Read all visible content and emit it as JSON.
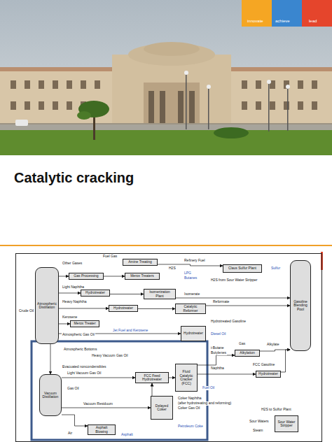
{
  "diagram": {
    "title": "Catalytic cracking",
    "nodes": [
      {
        "text": [
          "Amine Treating"
        ]
      },
      {
        "text": [
          "Gas Processing"
        ]
      },
      {
        "text": [
          "Merox Treaters"
        ]
      },
      {
        "text": [
          "Claus Sulfur Plant"
        ]
      },
      {
        "text": [
          "Hydrotreater"
        ]
      },
      {
        "text": [
          "Isomerization Plant"
        ]
      },
      {
        "text": [
          "Hydrotreater"
        ]
      },
      {
        "text": [
          "Catalytic Reformer"
        ]
      },
      {
        "text": [
          "Merox Treater"
        ]
      },
      {
        "text": [
          "Atmospheric Distillation"
        ]
      },
      {
        "text": [
          "Vacuum Distillation"
        ]
      },
      {
        "text": [
          "Hydrotreater"
        ]
      },
      {
        "text": [
          "Alkylation"
        ]
      },
      {
        "text": [
          "FCC Feed Hydrotreater"
        ]
      },
      {
        "text": [
          "Fluid Catalytic Cracker (FCC)"
        ]
      },
      {
        "text": [
          "Hydrotreater"
        ]
      },
      {
        "text": [
          "Delayed Coker"
        ]
      },
      {
        "text": [
          "Asphalt Blowing"
        ]
      },
      {
        "text": [
          "Sour Water Stripper"
        ]
      },
      {
        "text": [
          "Gasoline Blending Pool"
        ]
      }
    ],
    "edges": [
      {
        "from": 9,
        "to": 1,
        "arrow": "to"
      },
      {
        "from": 1,
        "to": 2,
        "arrow": "to"
      },
      {
        "from": 0,
        "to": 3,
        "arrow": "to"
      },
      {
        "from": 9,
        "to": 4,
        "arrow": "to"
      },
      {
        "from": 4,
        "to": 5,
        "arrow": "to"
      },
      {
        "from": 9,
        "to": 6,
        "arrow": "to"
      },
      {
        "from": 6,
        "to": 7,
        "arrow": "to"
      },
      {
        "from": 5,
        "to": 19,
        "arrow": "to"
      },
      {
        "from": 7,
        "to": 19,
        "arrow": "to"
      },
      {
        "from": 9,
        "to": 8,
        "arrow": "to"
      },
      {
        "from": 9,
        "to": 11,
        "arrow": "to"
      },
      {
        "from": 9,
        "to": 10,
        "arrow": "to"
      },
      {
        "from": 10,
        "to": 13,
        "arrow": "to"
      },
      {
        "from": 13,
        "to": 14,
        "arrow": "to"
      },
      {
        "from": 14,
        "to": 12,
        "arrow": "to"
      },
      {
        "from": 14,
        "to": 15,
        "arrow": "to"
      },
      {
        "from": 15,
        "to": 19,
        "arrow": "to"
      },
      {
        "from": 12,
        "to": 19,
        "arrow": "to"
      },
      {
        "from": 10,
        "to": 16,
        "arrow": "to"
      },
      {
        "from": 16,
        "to": 13,
        "arrow": "to"
      },
      {
        "from": 10,
        "to": 17,
        "arrow": "to"
      }
    ],
    "labels": [
      "innovate",
      "achieve",
      "lead",
      "Fuel Gas",
      "Other Gases",
      "Refinery Fuel",
      "H2S",
      "Sulfur",
      "LPG",
      "Butanes",
      "H2S from Sour Water Stripper",
      "Light Naphtha",
      "Heavy Naphtha",
      "Isomerate",
      "Reformate",
      "Jet Fuel and Kerosene",
      "Kerosene",
      "Hydrotreated Gasoline",
      "Diesel Oil",
      "Crude Oil",
      "Atmospheric Bottoms",
      "Heavy Vacuum Gas Oil",
      "Evacuated noncondensibles",
      "Light Vacuum Gas Oil",
      "Gas Oil",
      "Vacuum Residuum",
      "Air",
      "Asphalt",
      "Petroleum Coke",
      "Coker Naphtha",
      "(after hydrotreating and reforming)",
      "Coker Gas Oil",
      "Fuel Oil",
      "FCC Gasoline",
      "Alkylate",
      "i-Butane",
      "Butylenes",
      "Naphtha",
      "Gas",
      "H2S to Sulfur Plant",
      "Sour Waters",
      "Steam",
      "Atmospheric Gas Oil"
    ]
  }
}
